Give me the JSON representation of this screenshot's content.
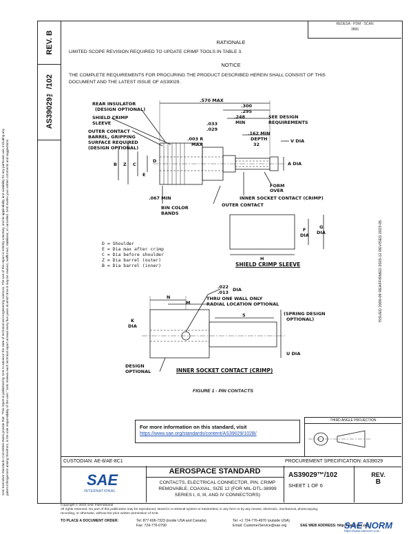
{
  "stamp": {
    "line1": "REDESA · PDM · SCAN",
    "line2": "3866"
  },
  "sidebar": {
    "rev_label": "REV.",
    "rev_value": "B",
    "doc_number": "AS39029™/102",
    "legal_text": "SAE Executive Standards Committee Rules provide that: \"This report is published by SAE to advance the state of technical and engineering sciences. The use of this report is entirely voluntary, and its applicability and suitability for any particular use, including any patent infringement arising therefrom, is the sole responsibility of the user.\" SAE reviews each technical report at least every five years at which time it may be revised, reaffirmed, stabilized, or cancelled. SAE invites your written comments and suggestions."
  },
  "header": {
    "rationale_title": "RATIONALE",
    "rationale_text": "LIMITED SCOPE REVISION REQUIRED TO UPDATE CRIMP TOOLS IN TABLE 3.",
    "notice_title": "NOTICE",
    "notice_text_1": "THE COMPLETE REQUIREMENTS FOR PROCURING THE PRODUCT DESCRIBED HEREIN SHALL CONSIST OF THIS",
    "notice_text_2": "DOCUMENT AND THE LATEST ISSUE OF AS39029."
  },
  "figure": {
    "labels": {
      "rear_insulator": "REAR INSULATOR",
      "rear_insulator_opt": "(DESIGN OPTIONAL)",
      "shield_crimp": "SHIELD CRIMP",
      "sleeve": "SLEEVE",
      "outer_contact_barrel": "OUTER CONTACT",
      "barrel_gripping": "BARREL, GRIPPING",
      "surface_required": "SURFACE REQUIRED",
      "design_optional": "(DESIGN OPTIONAL)",
      "see_design": "SEE DESIGN",
      "requirements": "REQUIREMENTS",
      "form_over": "FORM",
      "over": "OVER",
      "inner_socket_crimp": "INNER SOCKET CONTACT (CRIMP)",
      "outer_contact": "OUTER CONTACT",
      "bin_color": "BIN COLOR",
      "bands": "BANDS",
      "v_dia": "V DIA",
      "a_dia": "A DIA",
      "shield_crimp_sleeve": "SHIELD CRIMP SLEEVE",
      "thru_wall": "THRU ONE WALL ONLY",
      "radial_location": "RADIAL LOCATION OPTIONAL",
      "spring_design": "(SPRING DESIGN",
      "optional": "OPTIONAL)",
      "u_dia": "U DIA",
      "k_dia_k": "K",
      "k_dia_dia": "DIA",
      "design_optional_2": "DESIGN",
      "optional_2": "OPTIONAL",
      "inner_socket_title": "INNER SOCKET CONTACT (CRIMP)",
      "figure_caption": "FIGURE 1 - PIN CONTACTS"
    },
    "dims": {
      "d570": ".570 MAX",
      "d300": ".300",
      "d295": ".295",
      "d248": ".248",
      "min": "MIN",
      "d033": ".033",
      "d029": ".029",
      "d003": ".003 R",
      "max": "MAX",
      "d162": ".162 MIN",
      "depth": "DEPTH",
      "d32": "32",
      "d067": ".067 MIN",
      "d022": ".022",
      "d013": ".013",
      "dia": "DIA",
      "N": "N",
      "M": "M",
      "S": "S",
      "H": "H",
      "F": "F",
      "G": "G",
      "B": "B",
      "Z": "Z",
      "C": "C",
      "E": "E",
      "D": "D"
    },
    "legend": [
      "D = Shoulder",
      "E = Dia max after crimp",
      "C = Dia before shoulder",
      "Z = Dia barrel (outer)",
      "B = Dia barrel (inner)"
    ]
  },
  "right_note": "ISSUED 2000-09    REAFFIRMED 2020-12    REVISED 2023-05",
  "info": {
    "head": "For more information on this standard, visit",
    "link": "https://www.sae.org/standards/content/AS39029/102B/"
  },
  "projection": {
    "label": "THIRD ANGLE PROJECTION"
  },
  "bottom": {
    "custodian": "CUSTODIAN: AE-8/AE-8C1",
    "procurement": "PROCUREMENT SPECIFICATION: AS39029"
  },
  "title_block": {
    "logo": "SAE",
    "logo_sub": "INTERNATIONAL",
    "std_title": "AEROSPACE STANDARD",
    "desc_1": "CONTACTS, ELECTRICAL CONNECTOR, PIN, CRIMP",
    "desc_2": "REMOVABLE, COAXIAL, SIZE 12 (FOR MIL-DTL-38999",
    "desc_3": "SERIES I, II, III, AND IV CONNECTORS)",
    "number": "AS39029™/102",
    "sheet": "SHEET 1 OF 6",
    "rev_label": "REV.",
    "rev_value": "B"
  },
  "copyright": {
    "line1": "Copyright © 2023 SAE International",
    "line2": "All rights reserved. No part of this publication may be reproduced, stored in a retrieval system or transmitted, in any form or by any means, electronic, mechanical, photocopying,",
    "line3": "recording, or otherwise, without the prior written permission of SAE."
  },
  "contact": {
    "order": "TO PLACE A DOCUMENT ORDER:",
    "tel1": "Tel: 877-606-7323 (inside USA and Canada)",
    "tel2": "Tel: +1 724-776-4970 (outside USA)",
    "fax": "Fax: 724-776-0790",
    "email": "Email: CustomerService@sae.org",
    "web": "SAE WEB ADDRESS:  http://www.sae.org"
  },
  "watermark": {
    "text": "SAE NORM",
    "url": "https://www.saenorm.com"
  }
}
